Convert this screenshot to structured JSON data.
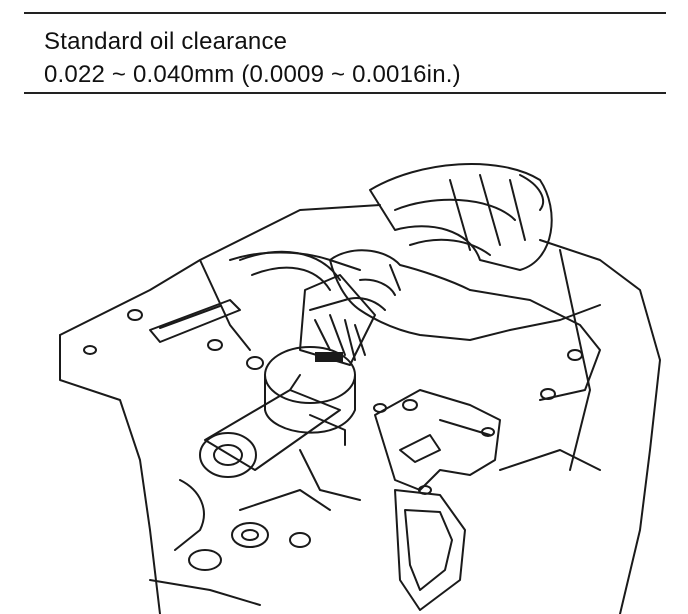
{
  "spec": {
    "title": "Standard oil clearance",
    "value": "0.022 ~ 0.040mm (0.0009 ~ 0.0016in.)"
  },
  "illustration": {
    "subject": "hand-measuring-plastigage-on-bearing-cap",
    "line_color": "#1a1a1a"
  }
}
